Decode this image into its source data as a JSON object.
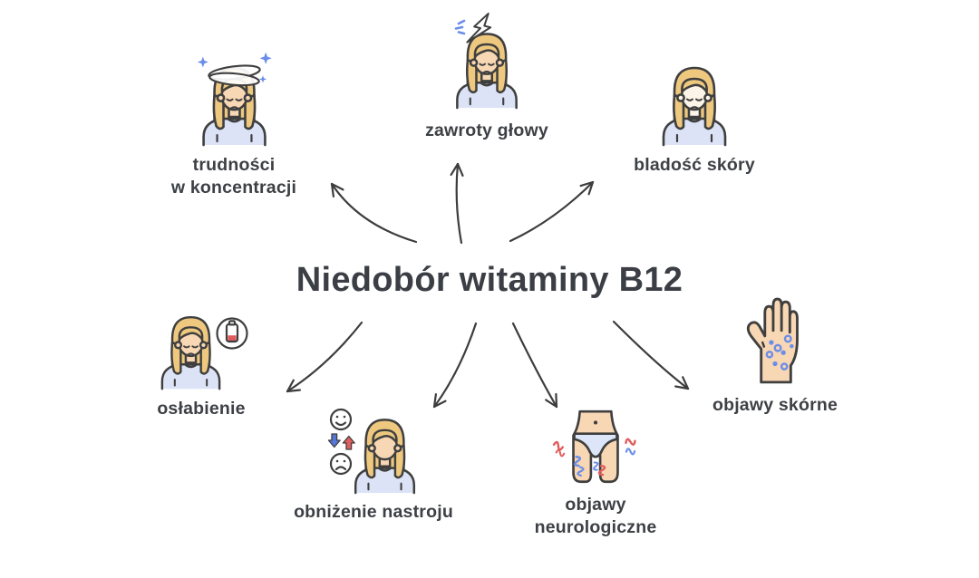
{
  "title": "Niedobór witaminy B12",
  "symptoms": [
    {
      "id": "concentration",
      "label_line1": "trudności",
      "label_line2": "w koncentracji",
      "icon": "dizzy-woman-icon"
    },
    {
      "id": "dizziness",
      "label_line1": "zawroty głowy",
      "label_line2": "",
      "icon": "headache-woman-icon"
    },
    {
      "id": "pale-skin",
      "label_line1": "bladość skóry",
      "label_line2": "",
      "icon": "pale-woman-icon"
    },
    {
      "id": "weakness",
      "label_line1": "osłabienie",
      "label_line2": "",
      "icon": "low-battery-woman-icon"
    },
    {
      "id": "low-mood",
      "label_line1": "obniżenie nastroju",
      "label_line2": "",
      "icon": "mood-faces-woman-icon"
    },
    {
      "id": "neurological",
      "label_line1": "objawy",
      "label_line2": "neurologiczne",
      "icon": "tingling-legs-icon"
    },
    {
      "id": "skin-symptoms",
      "label_line1": "objawy skórne",
      "label_line2": "",
      "icon": "spotted-hand-icon"
    }
  ],
  "colors": {
    "outline": "#3f3f3f",
    "text": "#3d4045",
    "hair": "#eec87f",
    "skin": "#f8d7b4",
    "pale_skin": "#fdf4e8",
    "shirt": "#dce3f6",
    "accent_blue": "#6c8ee8",
    "accent_red": "#e25d5d",
    "battery_red": "#e05c5c",
    "background": "#ffffff"
  }
}
